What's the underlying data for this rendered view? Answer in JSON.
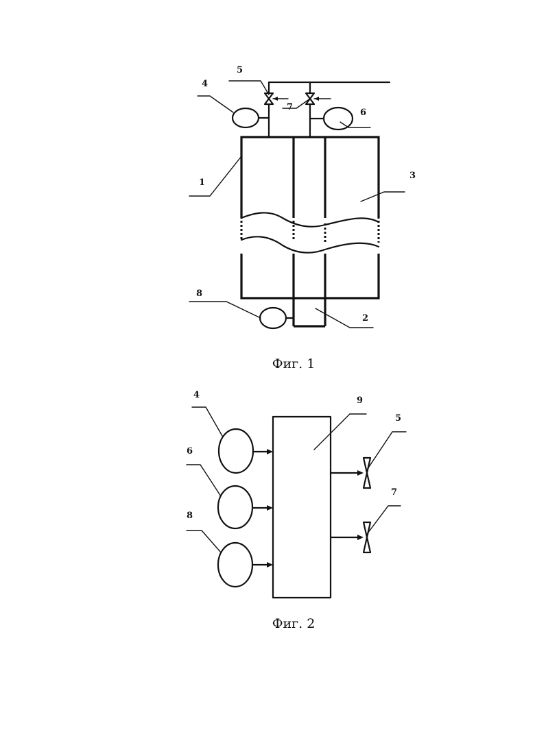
{
  "figure1": {
    "caption": "Фиг. 1",
    "labels": {
      "l1": "1",
      "l2": "2",
      "l3": "3",
      "l4": "4",
      "l5": "5",
      "l6": "6",
      "l7": "7",
      "l8": "8"
    }
  },
  "figure2": {
    "caption": "Фиг. 2",
    "labels": {
      "l4": "4",
      "l5": "5",
      "l6": "6",
      "l7": "7",
      "l8": "8",
      "l9": "9"
    }
  }
}
